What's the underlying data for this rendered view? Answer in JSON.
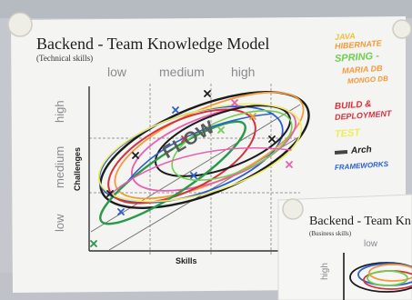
{
  "main_poster": {
    "title": "Backend - Team Knowledge Model",
    "subtitle": "(Technical skills)",
    "x_levels": [
      "low",
      "medium",
      "high"
    ],
    "y_levels": [
      "high",
      "medium",
      "low"
    ],
    "x_axis_title": "Skills",
    "y_axis_title": "Challenges",
    "center_annotation": "FLOW"
  },
  "legend": {
    "items": [
      {
        "text": "JAVA",
        "color": "#f6c03c"
      },
      {
        "text": "HIBERNATE",
        "color": "#f49a3a"
      },
      {
        "text": "SPRING -",
        "color": "#6fcf4e"
      },
      {
        "text": "MARIA DB",
        "color": "#f49a3a"
      },
      {
        "text": "MONGO DB",
        "color": "#f49a3a"
      },
      {
        "text": "BUILD &",
        "color": "#d8313a"
      },
      {
        "text": "DEPLOYMENT",
        "color": "#d8313a"
      },
      {
        "text": "TEST",
        "color": "#f0eb5c"
      },
      {
        "text": "Arch",
        "color": "#1c1c1c"
      },
      {
        "text": "FRAMEWORKS",
        "color": "#2a5fd6"
      }
    ]
  },
  "second_poster": {
    "title": "Backend - Team Kn",
    "subtitle": "(Business skills)",
    "x_level": "low",
    "y_level": "high"
  }
}
